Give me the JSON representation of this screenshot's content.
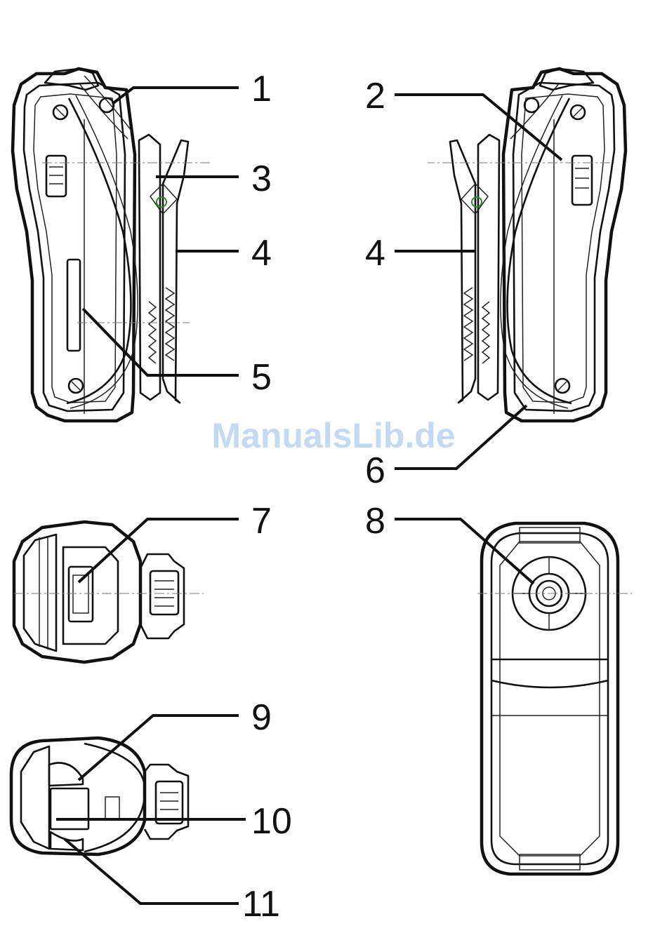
{
  "watermark": "ManualsLib.de",
  "callouts": [
    {
      "id": "1",
      "label": "1"
    },
    {
      "id": "2",
      "label": "2"
    },
    {
      "id": "3",
      "label": "3"
    },
    {
      "id": "4a",
      "label": "4"
    },
    {
      "id": "4b",
      "label": "4"
    },
    {
      "id": "5",
      "label": "5"
    },
    {
      "id": "6",
      "label": "6"
    },
    {
      "id": "7",
      "label": "7"
    },
    {
      "id": "8",
      "label": "8"
    },
    {
      "id": "9",
      "label": "9"
    },
    {
      "id": "10",
      "label": "10"
    },
    {
      "id": "11",
      "label": "11"
    }
  ]
}
